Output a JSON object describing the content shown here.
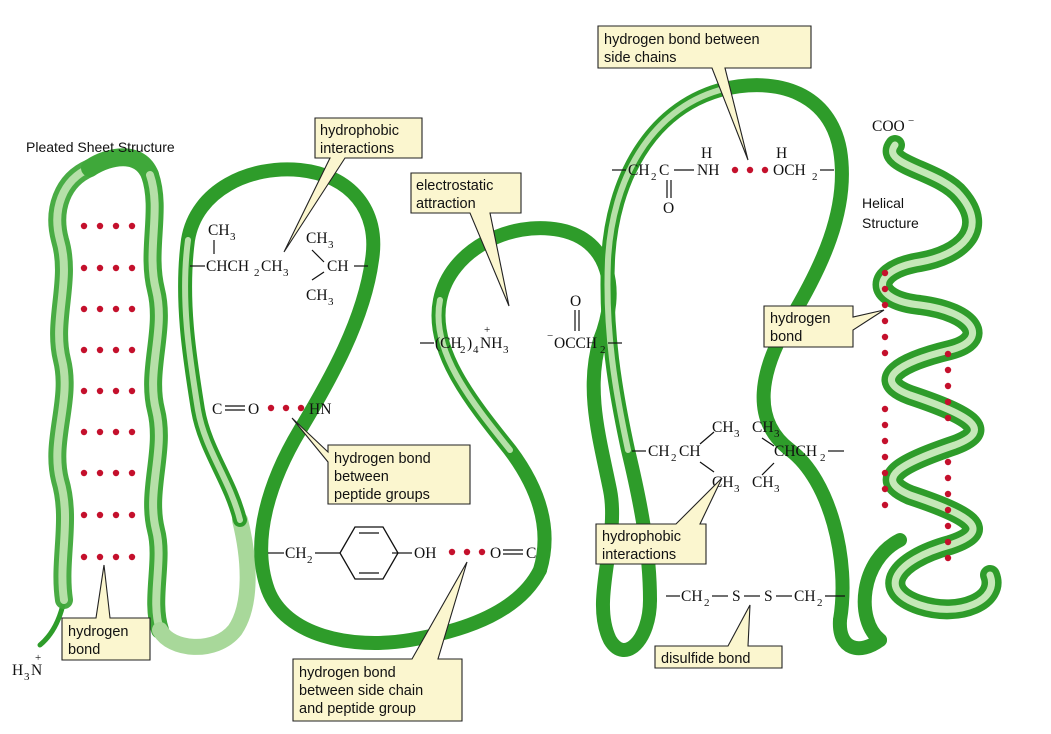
{
  "section_labels": {
    "pleated": "Pleated Sheet Structure",
    "helical_1": "Helical",
    "helical_2": "Structure",
    "coo": "COO",
    "coo_charge": "−",
    "h3n": "H",
    "h3n_sub": "3",
    "h3n_n": "N",
    "h3n_charge": "+"
  },
  "callouts": {
    "hydrophobic_top": [
      "hydrophobic",
      "interactions"
    ],
    "electrostatic": [
      "electrostatic",
      "attraction"
    ],
    "hbond_side_chains": [
      "hydrogen bond between",
      "side chains"
    ],
    "hbond_helix": [
      "hydrogen",
      "bond"
    ],
    "hbond_peptide": [
      "hydrogen bond",
      "between",
      "peptide groups"
    ],
    "hbond_side_peptide": [
      "hydrogen bond",
      "between side chain",
      "and peptide group"
    ],
    "hydrophobic_bottom": [
      "hydrophobic",
      "interactions"
    ],
    "disulfide": [
      "disulfide bond"
    ],
    "hbond_sheet": [
      "hydrogen",
      "bond"
    ]
  },
  "chemistry": {
    "ch3": "CH",
    "sub3": "3",
    "chch2ch3": "CHCH",
    "ch": "CH",
    "co": "C",
    "o": "O",
    "hn": "HN",
    "ch2_left": "CH",
    "sub2": "2",
    "oh": "OH",
    "lys": "(CH",
    "lys_b": ")",
    "sub4": "4",
    "nh3": "NH",
    "plus": "+",
    "minus": "−",
    "occh2": "OCCH",
    "ch2c": "CH",
    "nh": "NH",
    "h": "H",
    "och2": "OCH",
    "ch2ch": "CH",
    "chch2": "CHCH",
    "ch2s": "CH",
    "s": "S"
  },
  "colors": {
    "ribbon_dark": "#2e9c2a",
    "ribbon_light": "#a8d89a",
    "hbond_dot": "#c4102c",
    "callout_fill": "#fbf6cf"
  }
}
